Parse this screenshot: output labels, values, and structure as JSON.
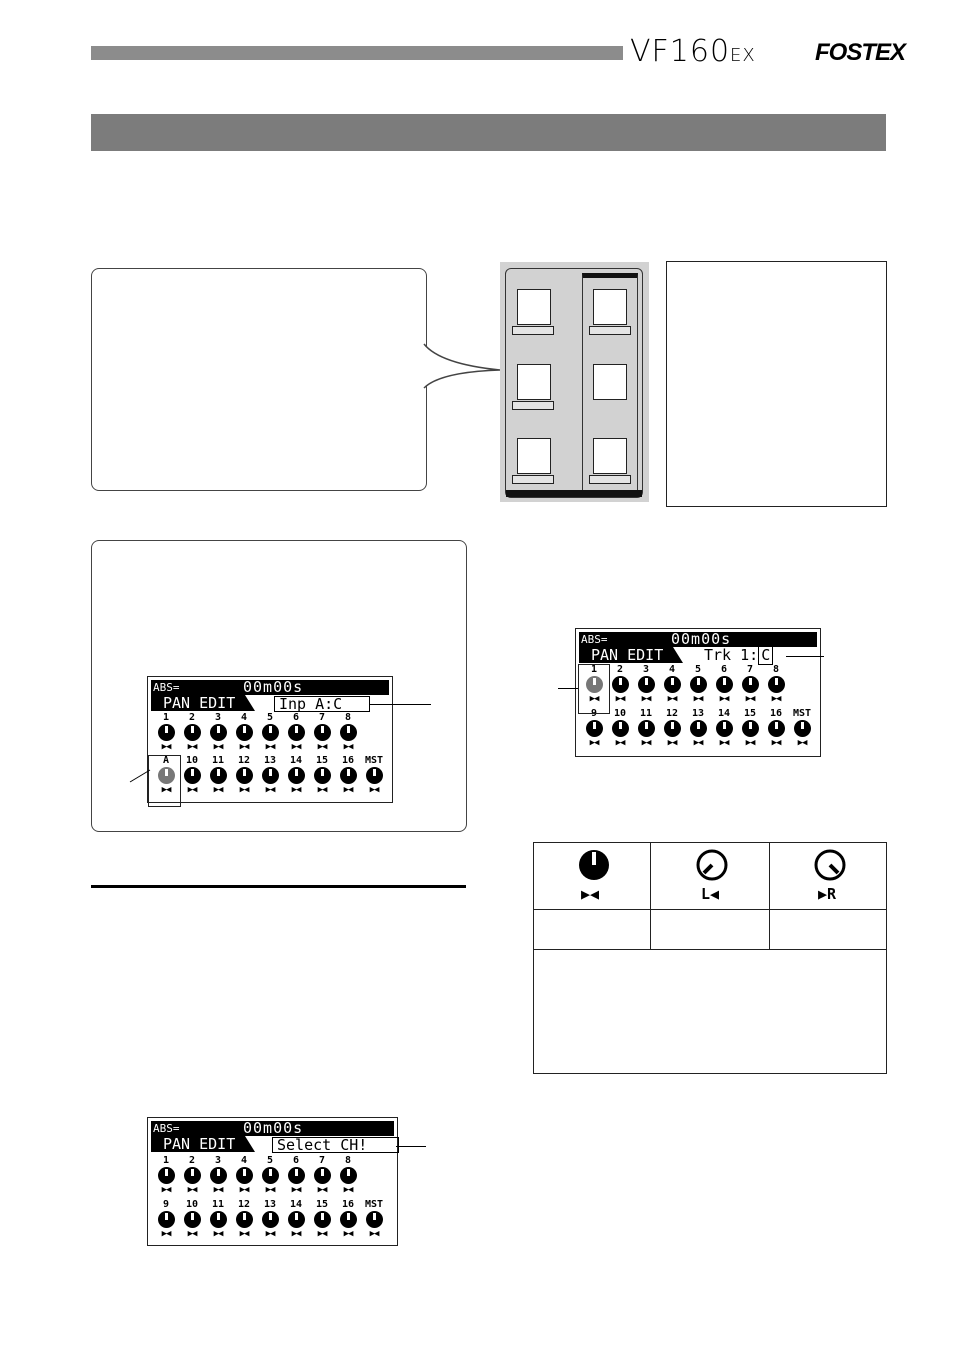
{
  "header": {
    "model_main": "VF160",
    "model_suffix": "EX",
    "brand": "FOSTEX"
  },
  "lcd_common": {
    "abs_label": "ABS=",
    "time": "00m00s",
    "mode": "PAN EDIT",
    "center_mark": "▶◀",
    "row1_channels": [
      "1",
      "2",
      "3",
      "4",
      "5",
      "6",
      "7",
      "8"
    ],
    "row2_channels": [
      "9",
      "10",
      "11",
      "12",
      "13",
      "14",
      "15",
      "16",
      "MST"
    ]
  },
  "lcd_input": {
    "message": "Inp A:C",
    "first_channel_row2": "A"
  },
  "lcd_track": {
    "message_prefix": "Trk  1:",
    "message_value": "C"
  },
  "lcd_select": {
    "message": "Select CH!"
  },
  "pan_table": {
    "center_glyph": "▶◀",
    "left_glyph": "L◀",
    "right_glyph": "▶R"
  }
}
